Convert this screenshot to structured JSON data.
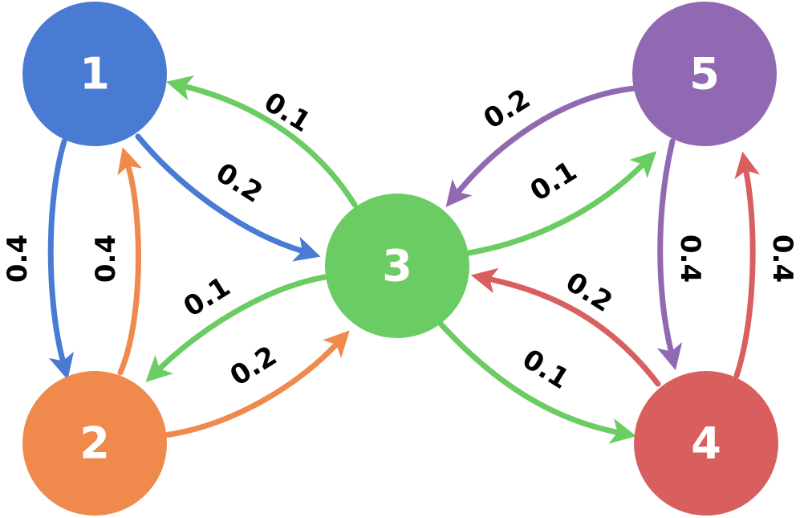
{
  "colors": {
    "blue": "#4a7bd3",
    "orange": "#ef8a4c",
    "green": "#6bcc63",
    "red": "#d95f5f",
    "purple": "#9169b3"
  },
  "nodes": [
    {
      "id": "1",
      "label": "1",
      "color": "#4a7bd3"
    },
    {
      "id": "2",
      "label": "2",
      "color": "#ef8a4c"
    },
    {
      "id": "3",
      "label": "3",
      "color": "#6bcc63"
    },
    {
      "id": "4",
      "label": "4",
      "color": "#d95f5f"
    },
    {
      "id": "5",
      "label": "5",
      "color": "#9169b3"
    }
  ],
  "edges": [
    {
      "from": "1",
      "to": "2",
      "weight": "0.4",
      "color": "#4a7bd3"
    },
    {
      "from": "2",
      "to": "1",
      "weight": "0.4",
      "color": "#ef8a4c"
    },
    {
      "from": "1",
      "to": "3",
      "weight": "0.2",
      "color": "#4a7bd3"
    },
    {
      "from": "3",
      "to": "1",
      "weight": "0.1",
      "color": "#6bcc63"
    },
    {
      "from": "3",
      "to": "2",
      "weight": "0.1",
      "color": "#6bcc63"
    },
    {
      "from": "2",
      "to": "3",
      "weight": "0.2",
      "color": "#ef8a4c"
    },
    {
      "from": "5",
      "to": "3",
      "weight": "0.2",
      "color": "#9169b3"
    },
    {
      "from": "3",
      "to": "5",
      "weight": "0.1",
      "color": "#6bcc63"
    },
    {
      "from": "4",
      "to": "3",
      "weight": "0.2",
      "color": "#d95f5f"
    },
    {
      "from": "3",
      "to": "4",
      "weight": "0.1",
      "color": "#6bcc63"
    },
    {
      "from": "5",
      "to": "4",
      "weight": "0.4",
      "color": "#9169b3"
    },
    {
      "from": "4",
      "to": "5",
      "weight": "0.4",
      "color": "#d95f5f"
    }
  ]
}
